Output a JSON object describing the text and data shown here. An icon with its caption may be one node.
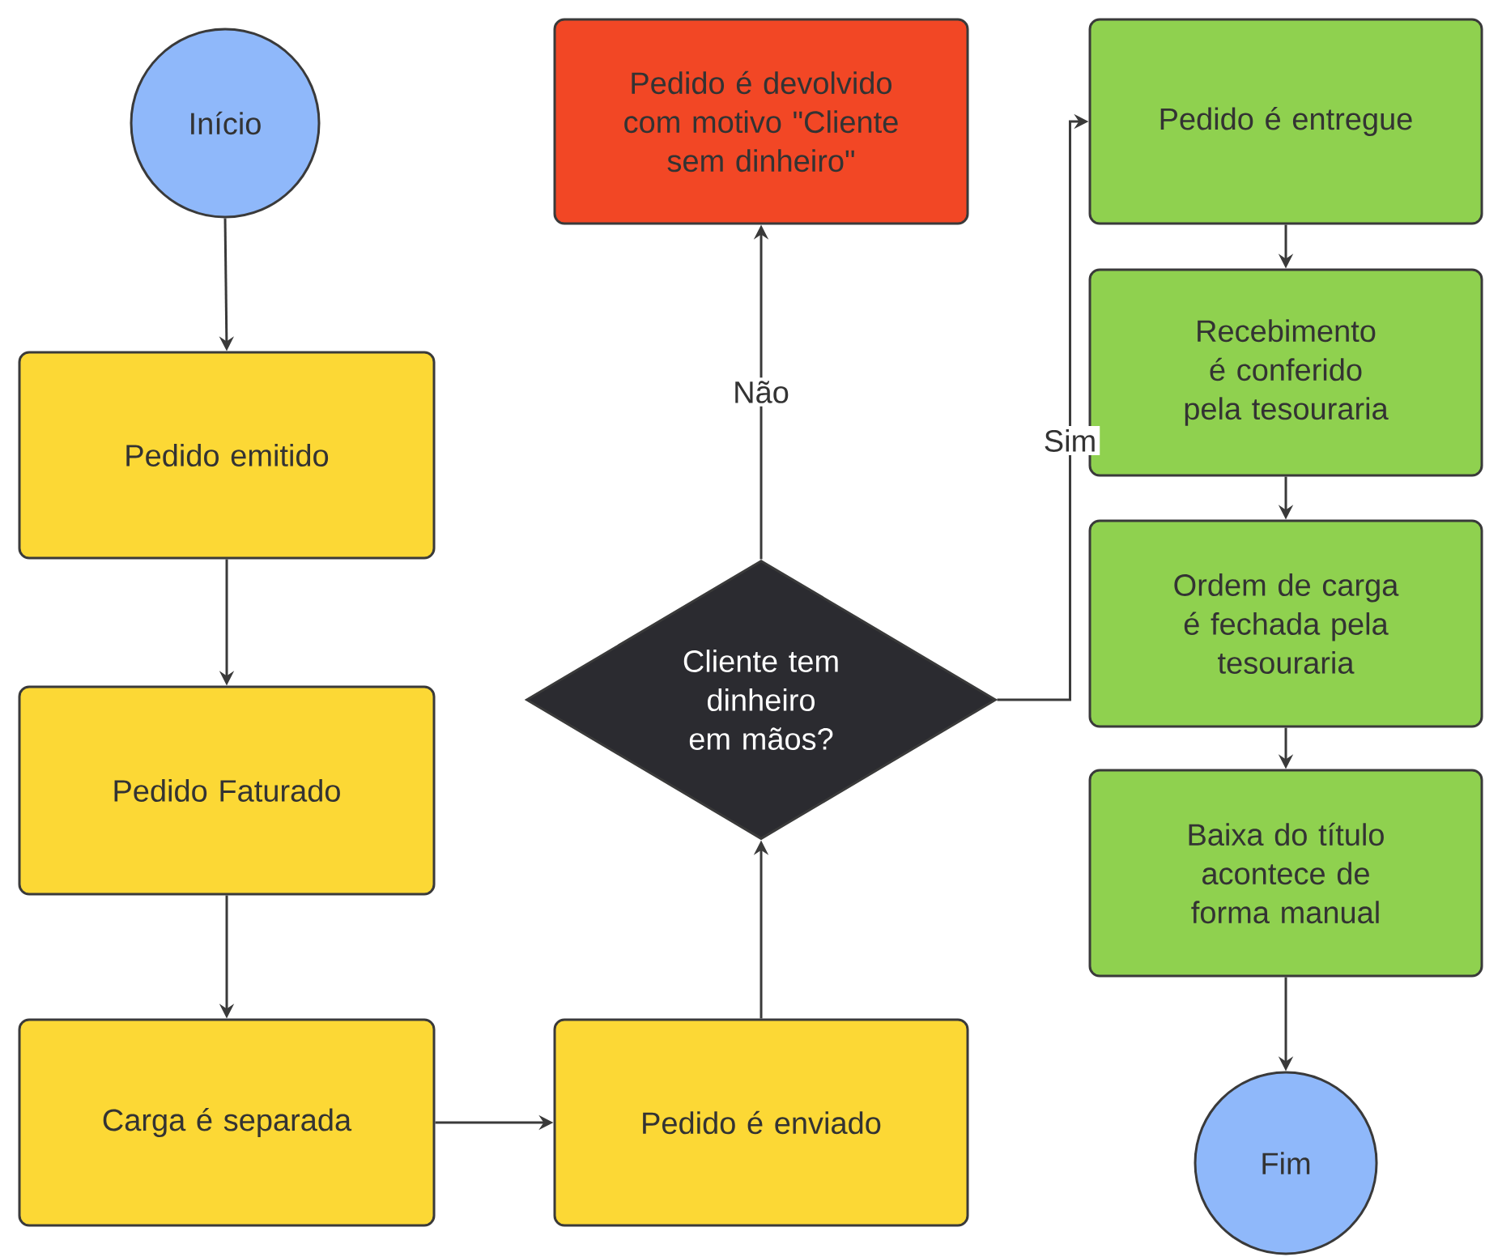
{
  "diagram": {
    "nodes": [
      {
        "text": [
          "Início"
        ]
      },
      {
        "text": [
          "Pedido emitido"
        ]
      },
      {
        "text": [
          "Pedido Faturado"
        ]
      },
      {
        "text": [
          "Carga é separada"
        ]
      },
      {
        "text": [
          "Pedido é enviado"
        ]
      },
      {
        "text": [
          "Cliente tem dinheiro em mãos?"
        ]
      },
      {
        "text": [
          "Pedido é devolvido com motivo \"Cliente sem dinheiro\""
        ]
      },
      {
        "text": [
          "Pedido é entregue"
        ]
      },
      {
        "text": [
          "Recebimento é conferido pela tesouraria"
        ]
      },
      {
        "text": [
          "Ordem de carga é fechada pela tesouraria"
        ]
      },
      {
        "text": [
          "Baixa do título acontece de forma manual"
        ]
      },
      {
        "text": [
          "Fim"
        ]
      }
    ],
    "edges": [
      {
        "from": 0,
        "to": 1,
        "arrow": "to"
      },
      {
        "from": 1,
        "to": 2,
        "arrow": "to"
      },
      {
        "from": 2,
        "to": 3,
        "arrow": "to"
      },
      {
        "from": 3,
        "to": 4,
        "arrow": "to"
      },
      {
        "from": 4,
        "to": 5,
        "arrow": "to"
      },
      {
        "from": 5,
        "to": 6,
        "arrow": "to",
        "label": "Não"
      },
      {
        "from": 5,
        "to": 7,
        "arrow": "to",
        "label": "Sim"
      },
      {
        "from": 7,
        "to": 8,
        "arrow": "to"
      },
      {
        "from": 8,
        "to": 9,
        "arrow": "to"
      },
      {
        "from": 9,
        "to": 10,
        "arrow": "to"
      },
      {
        "from": 10,
        "to": 11,
        "arrow": "to"
      }
    ]
  }
}
